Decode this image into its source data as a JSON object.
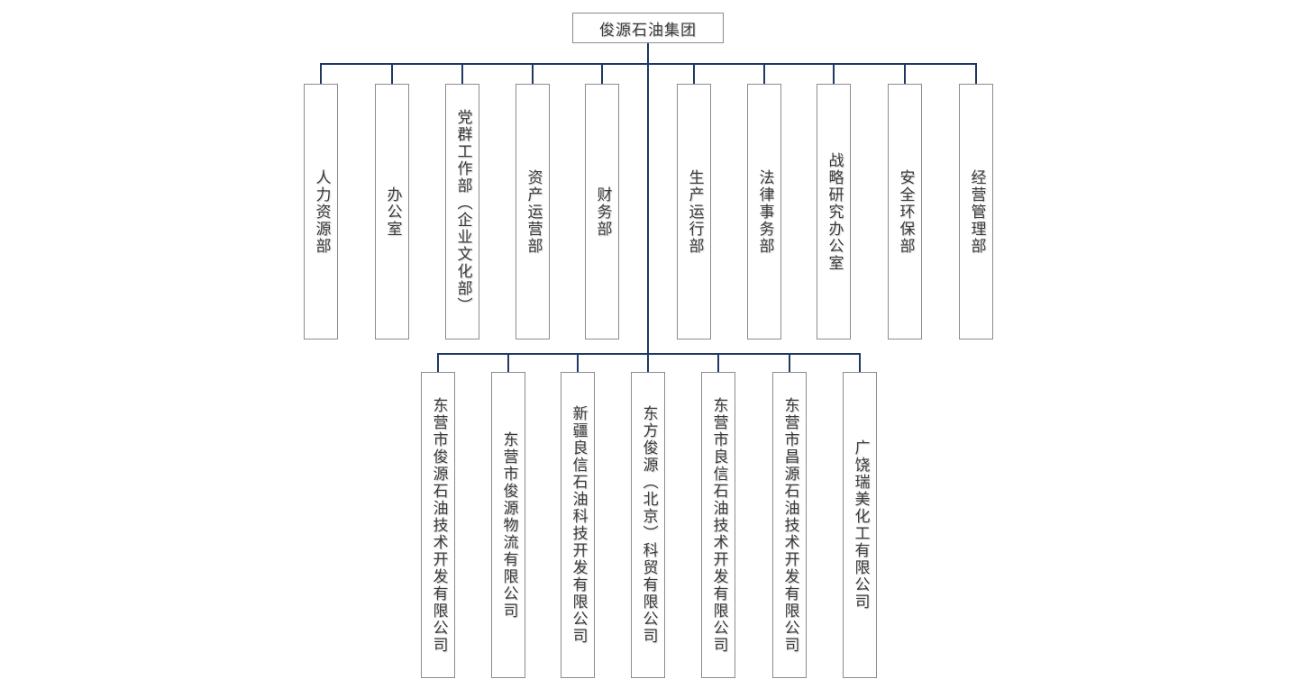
{
  "root": {
    "label": "俊源石油集团"
  },
  "departments": [
    "人力资源部",
    "办公室",
    "党群工作部（企业文化部）",
    "资产运营部",
    "财务部",
    "生产运行部",
    "法律事务部",
    "战略研究办公室",
    "安全环保部",
    "经营管理部"
  ],
  "subsidiaries": [
    "东营市俊源石油技术开发有限公司",
    "东营市俊源物流有限公司",
    "新疆良信石油科技开发有限公司",
    "东方俊源（北京）科贸有限公司",
    "东营市良信石油技术开发有限公司",
    "东营市昌源石油技术开发有限公司",
    "广饶瑞美化工有限公司"
  ],
  "colors": {
    "connector": "#1f3864",
    "box_border": "#8c8c8c",
    "text": "#3b3b3b",
    "background": "#ffffff"
  }
}
